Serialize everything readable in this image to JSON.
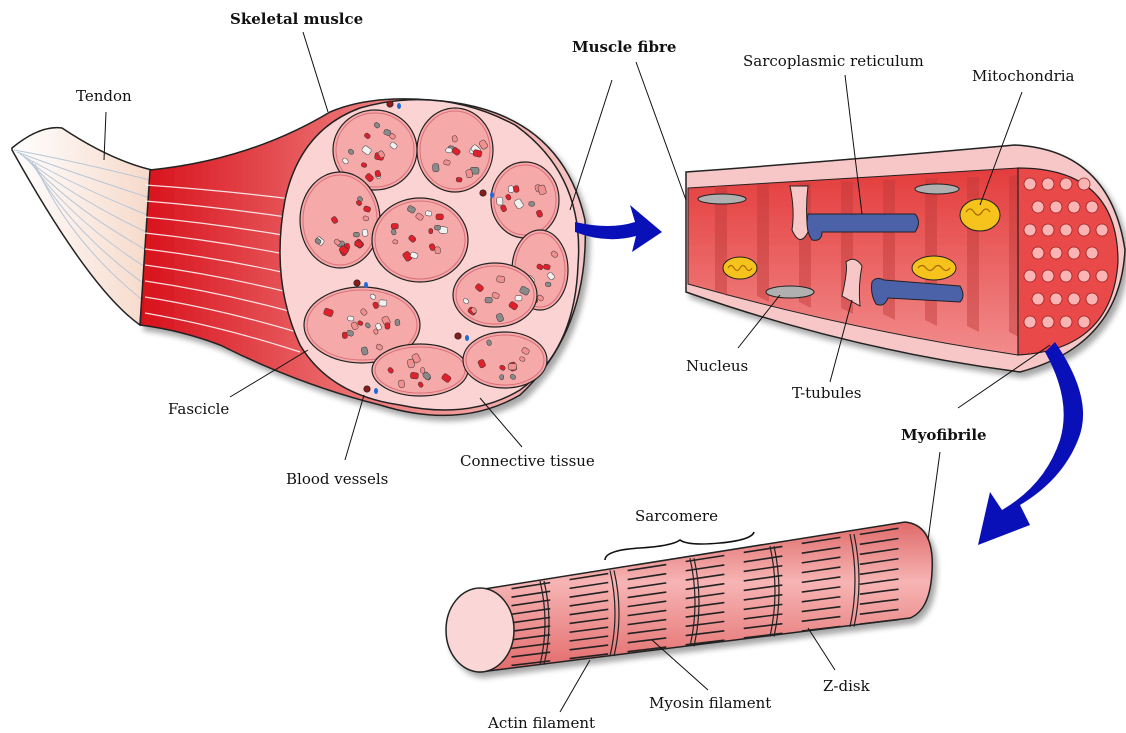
{
  "labels": {
    "skeletal_muscle": "Skeletal muslce",
    "muscle_fibre": "Muscle fibre",
    "tendon": "Tendon",
    "sarcoplasmic_reticulum": "Sarcoplasmic reticulum",
    "mitochondria": "Mitochondria",
    "fascicle": "Fascicle",
    "blood_vessels": "Blood vessels",
    "connective_tissue": "Connective tissue",
    "nucleus": "Nucleus",
    "t_tubules": "T-tubules",
    "myofibrile": "Myofibrile",
    "sarcomere": "Sarcomere",
    "actin_filament": "Actin filament",
    "myosin_filament": "Myosin filament",
    "z_disk": "Z-disk"
  },
  "colors": {
    "muscle_red": "#e0202a",
    "muscle_pink": "#f7c6c6",
    "tissue_pink": "#fbd6d6",
    "fibre_red": "#ef5a5a",
    "sr_blue": "#4b62a8",
    "mito_yellow": "#f6c21a",
    "arrow_blue": "#0a10b8",
    "grey": "#8a8a8a"
  }
}
